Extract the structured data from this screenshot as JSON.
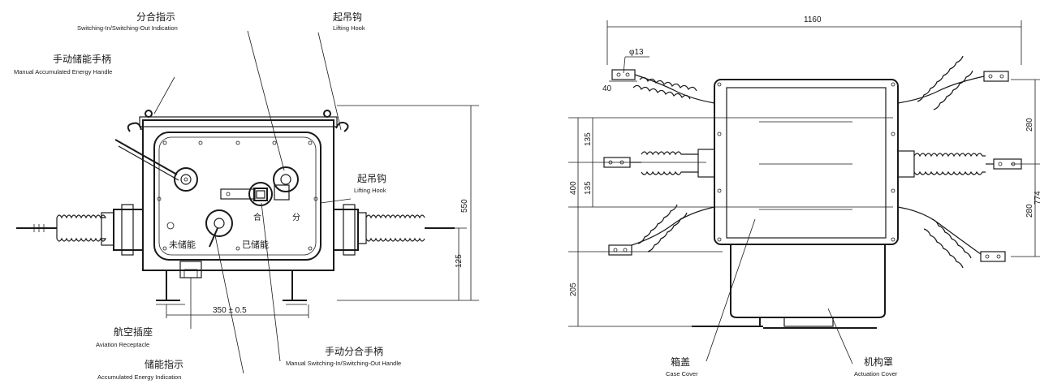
{
  "left_view": {
    "switching_indication": {
      "zh": "分合指示",
      "en": "Switching-In/Switching-Out Indication"
    },
    "lifting_hook_top": {
      "zh": "起吊钩",
      "en": "Lifting Hook"
    },
    "manual_energy_handle": {
      "zh": "手动储能手柄",
      "en": "Manual Accumulated Energy Handle"
    },
    "lifting_hook_side": {
      "zh": "起吊钩",
      "en": "Lifting Hook"
    },
    "aviation_receptacle": {
      "zh": "航空插座",
      "en": "Aviation Receptacle"
    },
    "energy_indication": {
      "zh": "储能指示",
      "en": "Accumulated Energy Indication"
    },
    "manual_switch_handle": {
      "zh": "手动分合手柄",
      "en": "Manual Switching-In/Switching-Out Handle"
    },
    "panel_he": "合",
    "panel_fen": "分",
    "panel_not_stored": "未储能",
    "panel_stored": "已储能",
    "dim_height": "550",
    "dim_bottom": "125",
    "dim_width": "350 ± 0.5"
  },
  "right_view": {
    "dim_overall": "1160",
    "dim_hole": "φ13",
    "dim_40": "40",
    "dim_135_upper": "135",
    "dim_135_lower": "135",
    "dim_400": "400",
    "dim_205": "205",
    "dim_280_upper": "280",
    "dim_280_lower": "280",
    "dim_edge": "774",
    "case_cover": {
      "zh": "箱盖",
      "en": "Case Cover"
    },
    "actuation_cover": {
      "zh": "机构罩",
      "en": "Actuation Cover"
    }
  }
}
